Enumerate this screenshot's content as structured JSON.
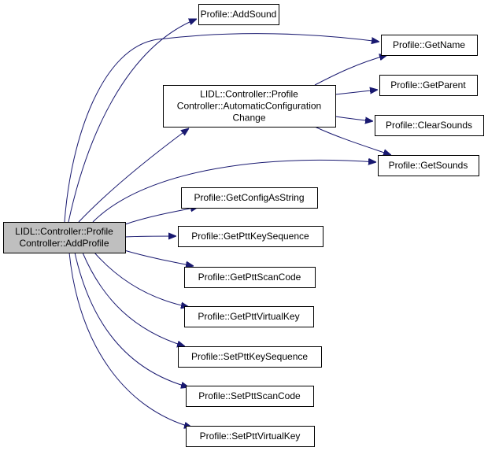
{
  "diagram": {
    "colors": {
      "edge": "#191970",
      "root_fill": "#bfbfbf",
      "node_fill": "#ffffff",
      "node_border": "#000000"
    },
    "nodes": {
      "root": {
        "lines": [
          "LIDL::Controller::Profile",
          "Controller::AddProfile"
        ]
      },
      "add_sound": {
        "lines": [
          "Profile::AddSound"
        ]
      },
      "get_name": {
        "lines": [
          "Profile::GetName"
        ]
      },
      "auto_config": {
        "lines": [
          "LIDL::Controller::Profile",
          "Controller::AutomaticConfiguration",
          "Change"
        ]
      },
      "get_parent": {
        "lines": [
          "Profile::GetParent"
        ]
      },
      "clear_sounds": {
        "lines": [
          "Profile::ClearSounds"
        ]
      },
      "get_sounds": {
        "lines": [
          "Profile::GetSounds"
        ]
      },
      "get_config_as_string": {
        "lines": [
          "Profile::GetConfigAsString"
        ]
      },
      "get_ptt_key_sequence": {
        "lines": [
          "Profile::GetPttKeySequence"
        ]
      },
      "get_ptt_scan_code": {
        "lines": [
          "Profile::GetPttScanCode"
        ]
      },
      "get_ptt_virtual_key": {
        "lines": [
          "Profile::GetPttVirtualKey"
        ]
      },
      "set_ptt_key_sequence": {
        "lines": [
          "Profile::SetPttKeySequence"
        ]
      },
      "set_ptt_scan_code": {
        "lines": [
          "Profile::SetPttScanCode"
        ]
      },
      "set_ptt_virtual_key": {
        "lines": [
          "Profile::SetPttVirtualKey"
        ]
      }
    },
    "edges": [
      {
        "from": "root",
        "to": "add_sound"
      },
      {
        "from": "root",
        "to": "get_name"
      },
      {
        "from": "root",
        "to": "auto_config"
      },
      {
        "from": "root",
        "to": "get_sounds"
      },
      {
        "from": "root",
        "to": "get_config_as_string"
      },
      {
        "from": "root",
        "to": "get_ptt_key_sequence"
      },
      {
        "from": "root",
        "to": "get_ptt_scan_code"
      },
      {
        "from": "root",
        "to": "get_ptt_virtual_key"
      },
      {
        "from": "root",
        "to": "set_ptt_key_sequence"
      },
      {
        "from": "root",
        "to": "set_ptt_scan_code"
      },
      {
        "from": "root",
        "to": "set_ptt_virtual_key"
      },
      {
        "from": "auto_config",
        "to": "get_name"
      },
      {
        "from": "auto_config",
        "to": "get_parent"
      },
      {
        "from": "auto_config",
        "to": "clear_sounds"
      },
      {
        "from": "auto_config",
        "to": "get_sounds"
      }
    ]
  }
}
